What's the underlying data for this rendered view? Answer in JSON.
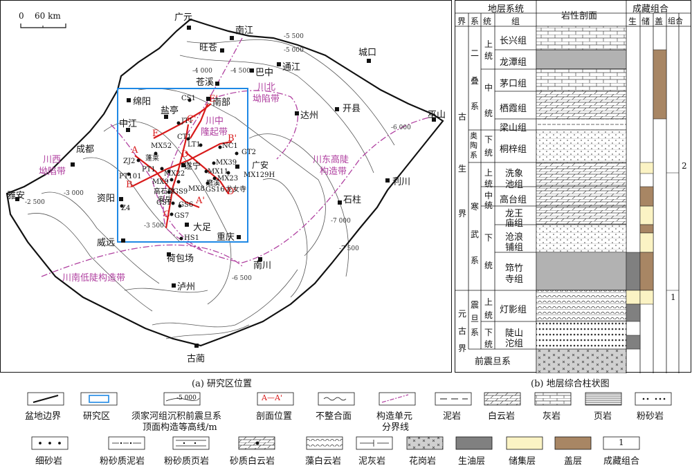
{
  "panels": {
    "map_caption": "(a) 研究区位置",
    "column_caption": "(b) 地层综合柱状图"
  },
  "scale_bar": {
    "zero": "0",
    "distance": "60 km"
  },
  "cities": [
    "广元",
    "南江",
    "旺苍",
    "城口",
    "巴中",
    "通江",
    "苍溪",
    "绵阳",
    "南部",
    "达州",
    "开县",
    "巫山",
    "盐亭",
    "中江",
    "成都",
    "遂宁",
    "广安",
    "利川",
    "雅安",
    "资阳",
    "石柱",
    "大足",
    "重庆",
    "威远",
    "荷包场",
    "泸州",
    "南川",
    "古蔺"
  ],
  "wells": [
    "CS1",
    "JT1",
    "CT1",
    "LT1",
    "NC1",
    "GT2",
    "MX52",
    "ZJ2",
    "PT1",
    "MX22",
    "MX11",
    "MX39",
    "MX129H",
    "MX23",
    "MX9",
    "MX8",
    "GS16",
    "GS9",
    "GS1",
    "GS6",
    "GS7",
    "Z4",
    "PT101",
    "HS1",
    "龙女寺",
    "磨溪",
    "高石梯",
    "安岳",
    "蓬莱"
  ],
  "sections": [
    "A",
    "A'",
    "B",
    "B'",
    "C",
    "C'",
    "D",
    "D'",
    "E",
    "E'"
  ],
  "contours": [
    "-3 500",
    "-4 000",
    "-4 500",
    "-5 000",
    "-5 500",
    "-6 000",
    "-6 500",
    "-7 000",
    "-7 500",
    "-3 000",
    "-2 500"
  ],
  "tectonic_units": {
    "chuanbei": [
      "川北",
      "坳陷带"
    ],
    "chuanzhong": [
      "川中",
      "隆起带"
    ],
    "chuanxi": [
      "川西",
      "坳陷带"
    ],
    "chuandong": [
      "川东高陡",
      "构造带"
    ],
    "chuannan": "川南低陡构造带"
  },
  "column": {
    "headers": {
      "strat_system": "地层系统",
      "lithology": "岩性剖面",
      "accumulation": "成藏组合",
      "jie": "界",
      "xi": "系",
      "tong": "统",
      "zu": "组",
      "sheng": "生",
      "chu": "储",
      "gai": "盖",
      "zuhe": "组合"
    },
    "eras": [
      "古",
      "生",
      "界",
      "元",
      "古",
      "界"
    ],
    "systems": [
      "二",
      "叠",
      "系",
      "奥陶系",
      "寒",
      "武",
      "系",
      "震",
      "旦",
      "系"
    ],
    "series": [
      "上",
      "统",
      "中",
      "统",
      "下",
      "统",
      "上",
      "统",
      "中",
      "统",
      "下",
      "统",
      "上",
      "统",
      "下",
      "统"
    ],
    "formations": [
      "长兴组",
      "龙潭组",
      "茅口组",
      "栖霞组",
      "梁山组",
      "桐梓组",
      "洗象",
      "池组",
      "高台组",
      "龙王",
      "庙组",
      "沧浪",
      "铺组",
      "筇竹",
      "寺组",
      "灯影组",
      "陡山",
      "沱组",
      "前震旦系"
    ],
    "combos": [
      "2",
      "1"
    ]
  },
  "legend": [
    {
      "label": "盆地边界"
    },
    {
      "label": "研究区"
    },
    {
      "label": "须家河组沉积前震旦系顶面构造等高线/m",
      "line1": "须家河组沉积前震旦系",
      "line2": "顶面构造等高线/m",
      "sample": "-5 000"
    },
    {
      "label": "剖面位置",
      "sample": "A—A'"
    },
    {
      "label": "不整合面"
    },
    {
      "label": "构造单元分界线",
      "line1": "构造单元",
      "line2": "分界线"
    },
    {
      "label": "泥岩"
    },
    {
      "label": "白云岩"
    },
    {
      "label": "灰岩"
    },
    {
      "label": "页岩"
    },
    {
      "label": "粉砂岩"
    },
    {
      "label": "细砂岩"
    },
    {
      "label": "粉砂质泥岩"
    },
    {
      "label": "粉砂质页岩"
    },
    {
      "label": "砂质白云岩"
    },
    {
      "label": "藻白云岩"
    },
    {
      "label": "泥灰岩"
    },
    {
      "label": "花岗岩"
    },
    {
      "label": "生油层"
    },
    {
      "label": "储集层"
    },
    {
      "label": "盖层"
    },
    {
      "label": "成藏组合",
      "sample": "1"
    }
  ],
  "colors": {
    "boundary": "#111111",
    "study_area": "#1e88e5",
    "section": "#d81b1b",
    "tectonic": "#b040a0",
    "source_rock": "#808080",
    "reservoir": "#fbf3c4",
    "cap_rock": "#a88664",
    "granite": "#d0d0d0"
  }
}
